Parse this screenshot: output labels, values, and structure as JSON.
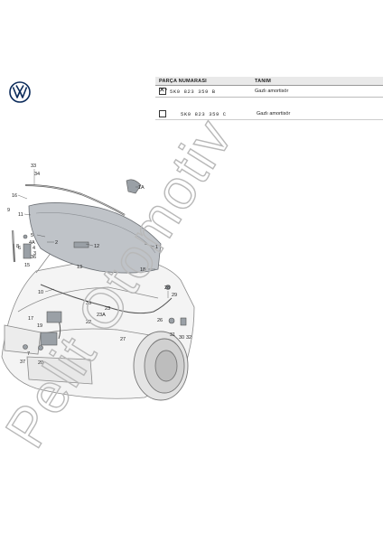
{
  "brand": {
    "logo_icon": "vw-logo-icon"
  },
  "parts_table": {
    "col_part_number": "PARÇA NUMARASI",
    "col_description": "TANIM",
    "rows": [
      {
        "selected": true,
        "marker": "*",
        "part_number": "5K0 823 359 B",
        "description": "Gazlı amortisör"
      },
      {
        "selected": false,
        "marker": "",
        "part_number": "5K0 823 359 C",
        "description": "Gazlı amortisör"
      }
    ]
  },
  "callouts": [
    "33",
    "34",
    "16",
    "9",
    "11",
    "5",
    "2",
    "4A",
    "4",
    "3",
    "36",
    "15",
    "6",
    "12",
    "13",
    "1",
    "1A",
    "18",
    "10",
    "35",
    "28",
    "29",
    "17",
    "19",
    "22",
    "23A",
    "23",
    "26",
    "31",
    "30",
    "32",
    "27",
    "37",
    "20",
    "7",
    "8"
  ],
  "watermark": {
    "text": "Pelit Otomotiv",
    "color": "#b8b8b8"
  }
}
